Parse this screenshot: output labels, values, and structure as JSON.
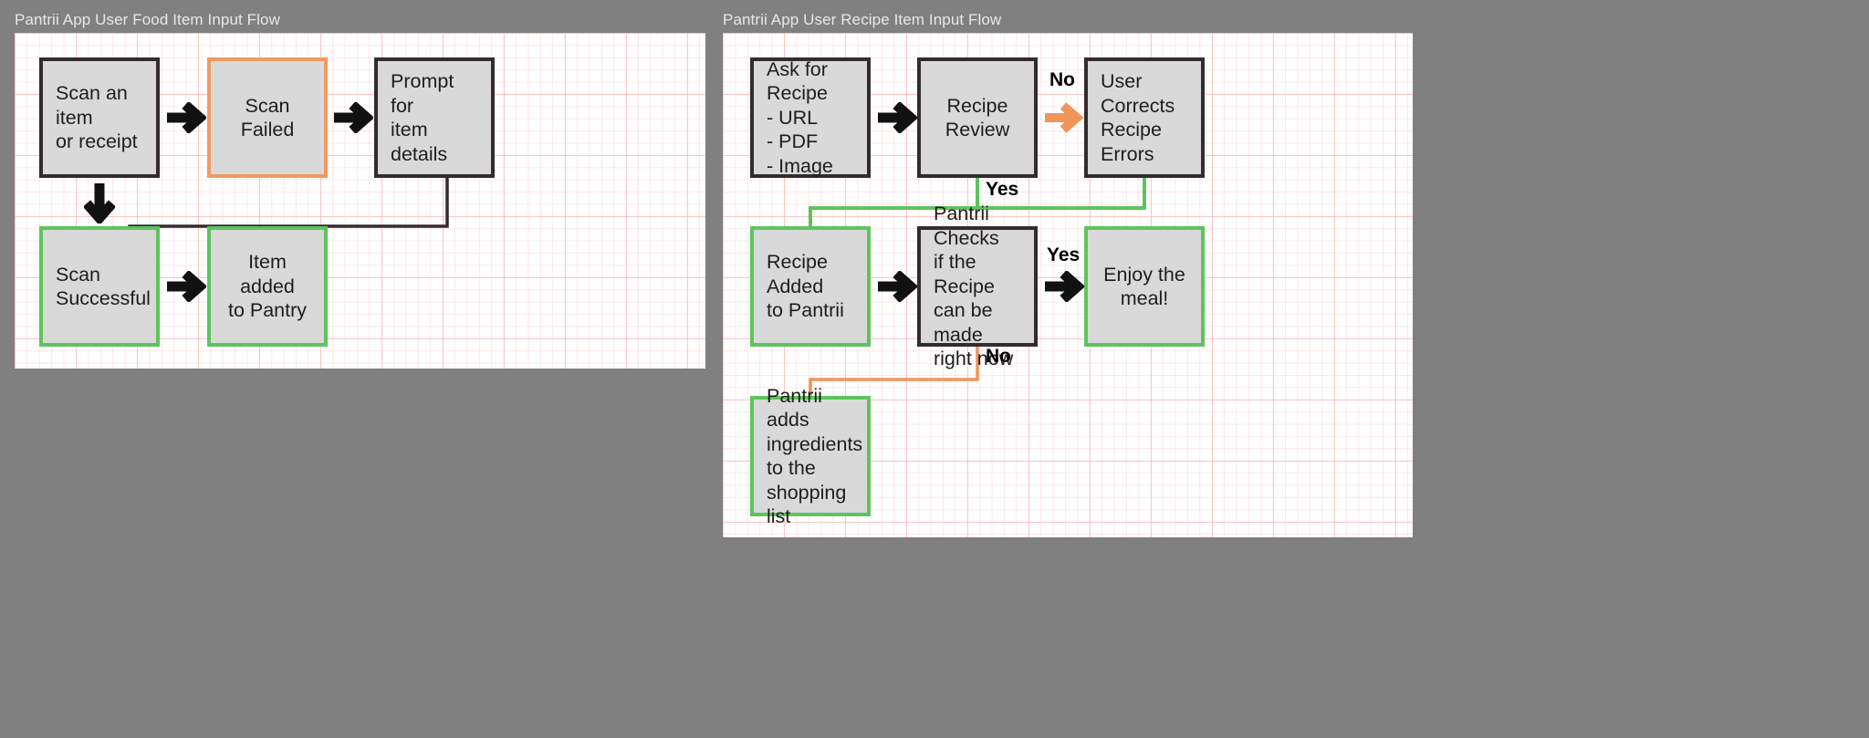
{
  "panels": [
    {
      "title": "Pantrii App User Food Item Input Flow",
      "nodes": [
        {
          "id": "scan-item",
          "text": "Scan an item\nor receipt"
        },
        {
          "id": "scan-failed",
          "text": "Scan Failed"
        },
        {
          "id": "prompt-details",
          "text": "Prompt for\nitem details"
        },
        {
          "id": "scan-successful",
          "text": "Scan\nSuccessful"
        },
        {
          "id": "item-added",
          "text": "Item added\nto Pantry"
        }
      ],
      "labels": []
    },
    {
      "title": "Pantrii App User Recipe Item Input Flow",
      "nodes": [
        {
          "id": "ask-for-recipe",
          "text": "Ask for Recipe\n- URL\n- PDF\n- Image"
        },
        {
          "id": "recipe-review",
          "text": "Recipe Review"
        },
        {
          "id": "user-corrects",
          "text": "User Corrects\nRecipe Errors"
        },
        {
          "id": "recipe-added",
          "text": "Recipe Added\nto Pantrii"
        },
        {
          "id": "pantrii-checks",
          "text": "Pantrii Checks\nif the Recipe\ncan be made\nright now"
        },
        {
          "id": "enjoy-the-meal",
          "text": "Enjoy the\nmeal!"
        },
        {
          "id": "adds-ingredients",
          "text": "Pantrii adds\ningredients\nto the\nshopping list"
        }
      ],
      "labels": [
        {
          "id": "no-top",
          "text": "No"
        },
        {
          "id": "yes-top",
          "text": "Yes"
        },
        {
          "id": "yes-mid",
          "text": "Yes"
        },
        {
          "id": "no-mid",
          "text": "No"
        }
      ]
    }
  ],
  "colors": {
    "background": "#808080",
    "canvas": "#ffffff",
    "grid_major": "#f4aaaa",
    "grid_minor": "#f8cdcd",
    "node_fill": "#d9d9d9",
    "border_dark": "#332c2e",
    "border_green": "#5dc45d",
    "border_orange": "#f09a62",
    "arrow_black": "#111111",
    "arrow_orange": "#f0945a",
    "connector_green": "#5dc45d",
    "title_text": "#e8e8e8"
  }
}
